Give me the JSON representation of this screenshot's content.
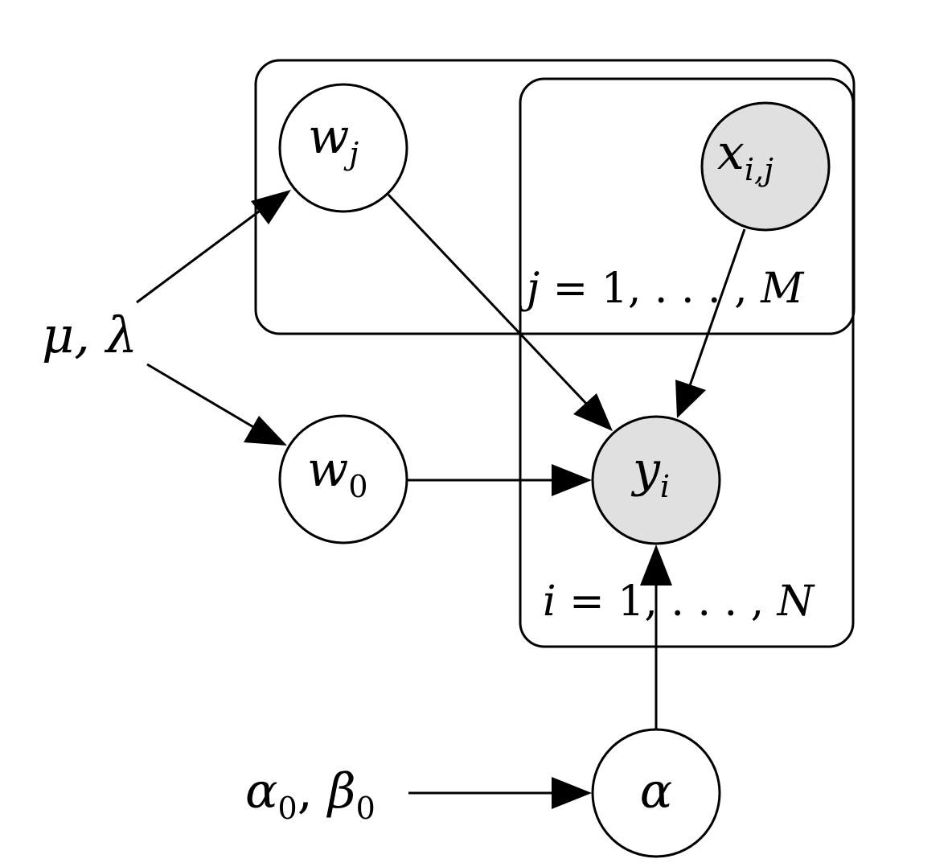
{
  "diagram": {
    "colors": {
      "observed_fill": "#e0e0e0",
      "latent_fill": "#ffffff",
      "stroke": "#000000"
    },
    "plates": {
      "outer": {
        "label": {
          "var": "j",
          "rest": " = 1, . . . , ",
          "bound": "M"
        }
      },
      "inner": {
        "label": {
          "var": "i",
          "rest": " = 1, . . . , ",
          "bound": "N"
        }
      }
    },
    "nodes": {
      "w_j": {
        "base": "w",
        "sub": "j",
        "observed": false
      },
      "x_ij": {
        "base": "x",
        "sub": "i,j",
        "observed": true
      },
      "w_0": {
        "base": "w",
        "sub": "0",
        "observed": false
      },
      "y_i": {
        "base": "y",
        "sub": "i",
        "observed": true
      },
      "alpha": {
        "base": "α",
        "sub": "",
        "observed": false
      }
    },
    "hyperparameters": {
      "mu_lambda": {
        "text": "μ, λ"
      },
      "alpha0_beta0": {
        "a": "α",
        "a_sub": "0",
        "sep": ", ",
        "b": "β",
        "b_sub": "0"
      }
    }
  }
}
